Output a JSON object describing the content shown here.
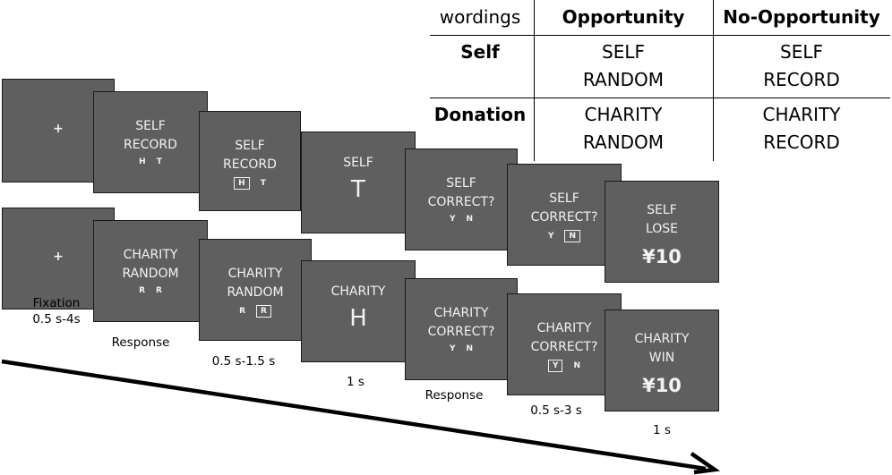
{
  "table": {
    "header": [
      "wordings",
      "Opportunity",
      "No-Opportunity"
    ],
    "rows": [
      {
        "label": "Self",
        "opportunity": [
          "SELF",
          "RANDOM"
        ],
        "no_opportunity": [
          "SELF",
          "RECORD"
        ]
      },
      {
        "label": "Donation",
        "opportunity": [
          "CHARITY",
          "RANDOM"
        ],
        "no_opportunity": [
          "CHARITY",
          "RECORD"
        ]
      }
    ]
  },
  "top_row": [
    {
      "fixation": "+"
    },
    {
      "lines": [
        "SELF",
        "RECORD"
      ],
      "options": [
        "H",
        "T"
      ],
      "selected": -1
    },
    {
      "lines": [
        "SELF",
        "RECORD"
      ],
      "options": [
        "H",
        "T"
      ],
      "selected": 0
    },
    {
      "lines": [
        "SELF"
      ],
      "outcome": "T"
    },
    {
      "lines": [
        "SELF",
        "CORRECT?"
      ],
      "options": [
        "Y",
        "N"
      ],
      "selected": -1
    },
    {
      "lines": [
        "SELF",
        "CORRECT?"
      ],
      "options": [
        "Y",
        "N"
      ],
      "selected": 1
    },
    {
      "lines": [
        "SELF",
        "LOSE"
      ],
      "amount": "¥10"
    }
  ],
  "bottom_row": [
    {
      "fixation": "+"
    },
    {
      "lines": [
        "CHARITY",
        "RANDOM"
      ],
      "options": [
        "R",
        "R"
      ],
      "selected": -1
    },
    {
      "lines": [
        "CHARITY",
        "RANDOM"
      ],
      "options": [
        "R",
        "R"
      ],
      "selected": 1
    },
    {
      "lines": [
        "CHARITY"
      ],
      "outcome": "H"
    },
    {
      "lines": [
        "CHARITY",
        "CORRECT?"
      ],
      "options": [
        "Y",
        "N"
      ],
      "selected": -1
    },
    {
      "lines": [
        "CHARITY",
        "CORRECT?"
      ],
      "options": [
        "Y",
        "N"
      ],
      "selected": 0
    },
    {
      "lines": [
        "CHARITY",
        "WIN"
      ],
      "amount": "¥10"
    }
  ],
  "timing_labels": [
    {
      "lines": [
        "Fixation",
        "0.5 s-4s"
      ]
    },
    {
      "lines": [
        "Response"
      ]
    },
    {
      "lines": [
        "0.5 s-1.5 s"
      ]
    },
    {
      "lines": [
        "1 s"
      ]
    },
    {
      "lines": [
        "Response"
      ]
    },
    {
      "lines": [
        "0.5 s-3 s"
      ]
    },
    {
      "lines": [
        "1 s"
      ]
    }
  ]
}
